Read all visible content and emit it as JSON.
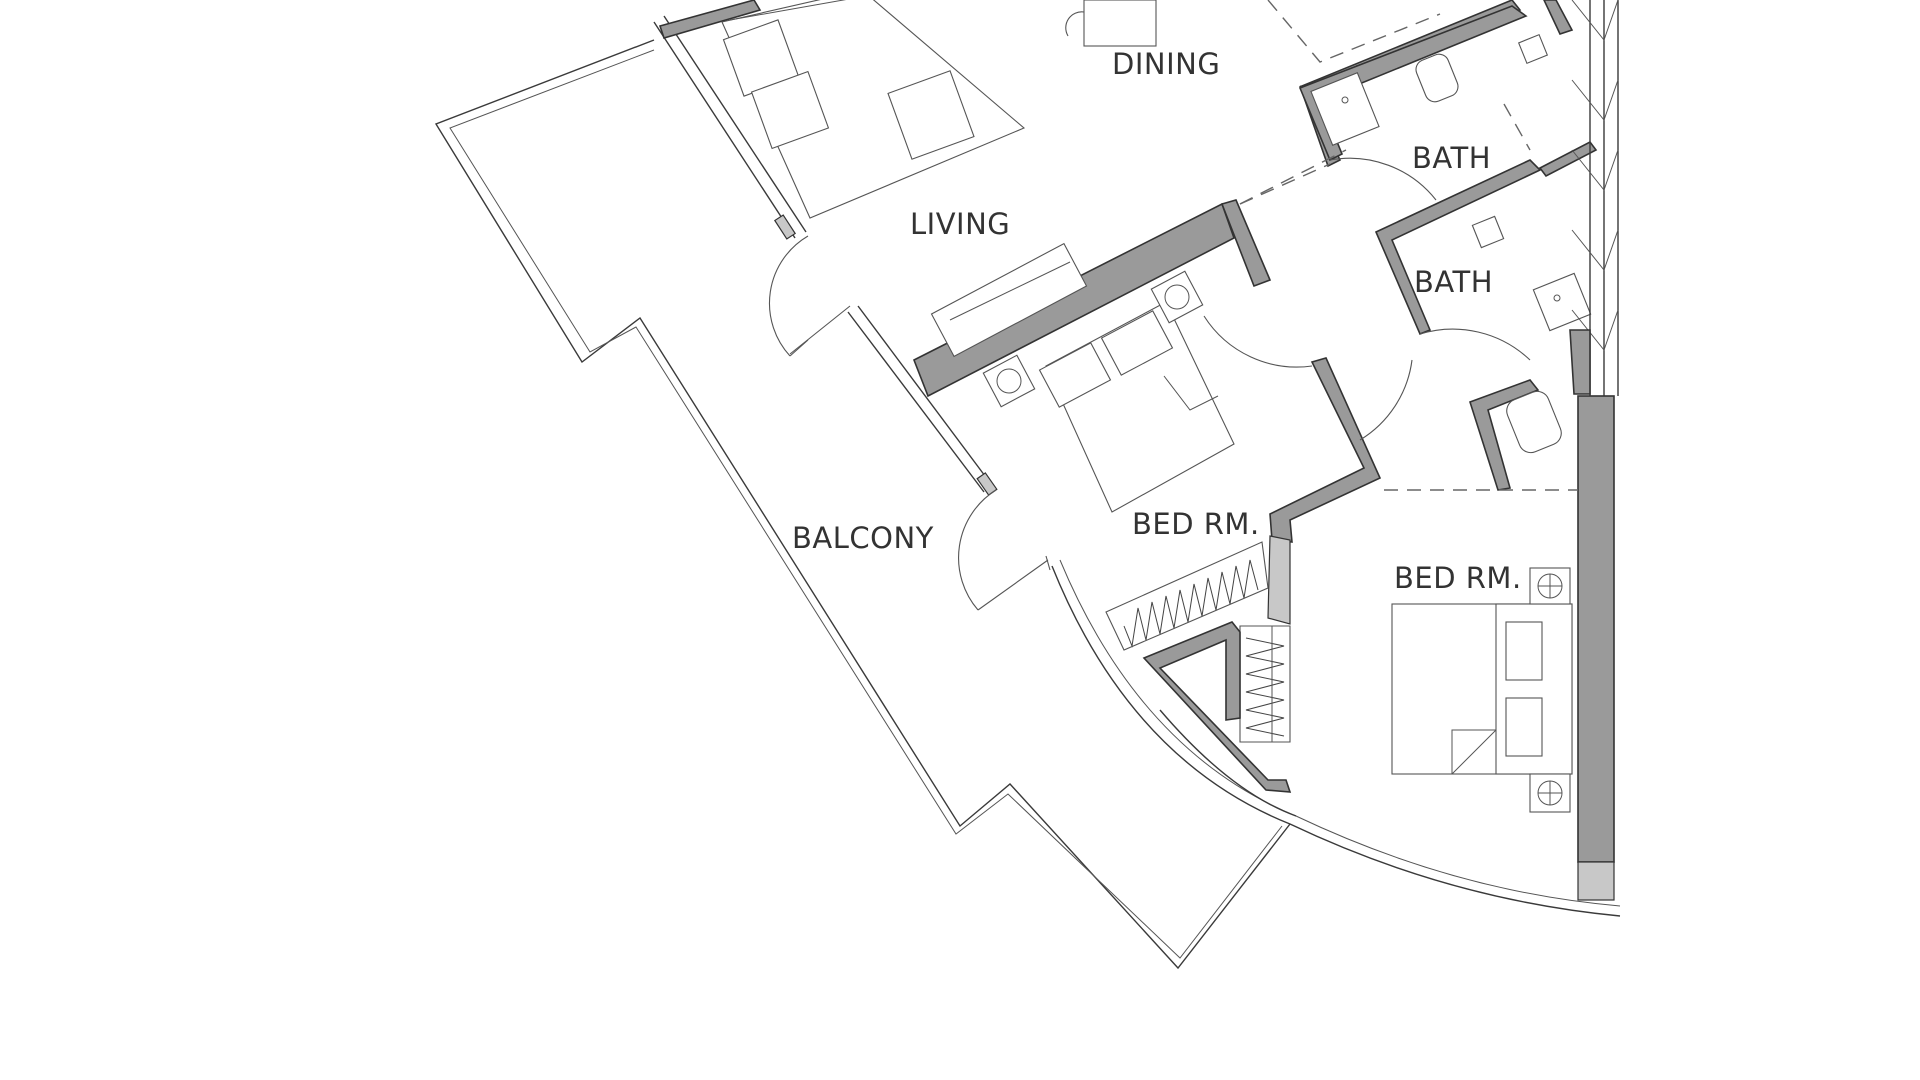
{
  "rooms": {
    "dining": "DINING",
    "living": "LIVING",
    "bath_1": "BATH",
    "bath_2": "BATH",
    "bedroom_1": "BED RM.",
    "bedroom_2": "BED RM.",
    "balcony": "BALCONY"
  },
  "colors": {
    "wall_fill": "#9a9a9a",
    "line": "#3a3a3a",
    "background": "#ffffff"
  }
}
